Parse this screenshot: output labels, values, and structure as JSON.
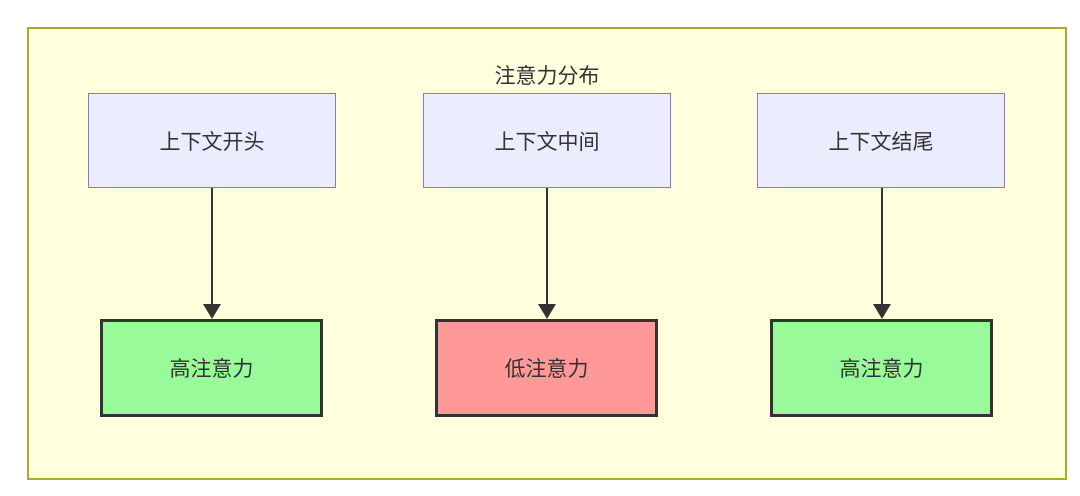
{
  "diagram": {
    "title": "注意力分布",
    "columns": [
      {
        "source_label": "上下文开头",
        "target_label": "高注意力",
        "attention": "high",
        "target_bg": "#99fa99"
      },
      {
        "source_label": "上下文中间",
        "target_label": "低注意力",
        "attention": "low",
        "target_bg": "#ff9999"
      },
      {
        "source_label": "上下文结尾",
        "target_label": "高注意力",
        "attention": "high",
        "target_bg": "#99fa99"
      }
    ],
    "colors": {
      "cluster_bg": "#ffffde",
      "cluster_border": "#aaaa33",
      "source_bg": "#ececff",
      "source_border": "#9370db",
      "target_border": "#333333",
      "arrow": "#333333",
      "text": "#333333"
    }
  }
}
